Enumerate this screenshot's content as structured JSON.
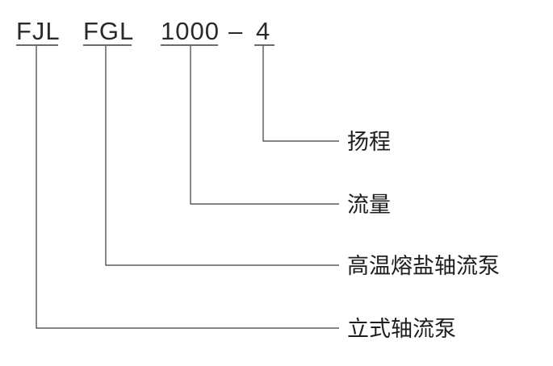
{
  "model_code": {
    "segments": [
      {
        "id": "type",
        "text": "FJL"
      },
      {
        "id": "material",
        "text": "FGL"
      },
      {
        "id": "flow",
        "text": "1000"
      },
      {
        "id": "head",
        "text": "4"
      }
    ],
    "separator": "–"
  },
  "descriptions": {
    "head": "扬程",
    "flow": "流量",
    "material": "高温熔盐轴流泵",
    "type": "立式轴流泵"
  }
}
